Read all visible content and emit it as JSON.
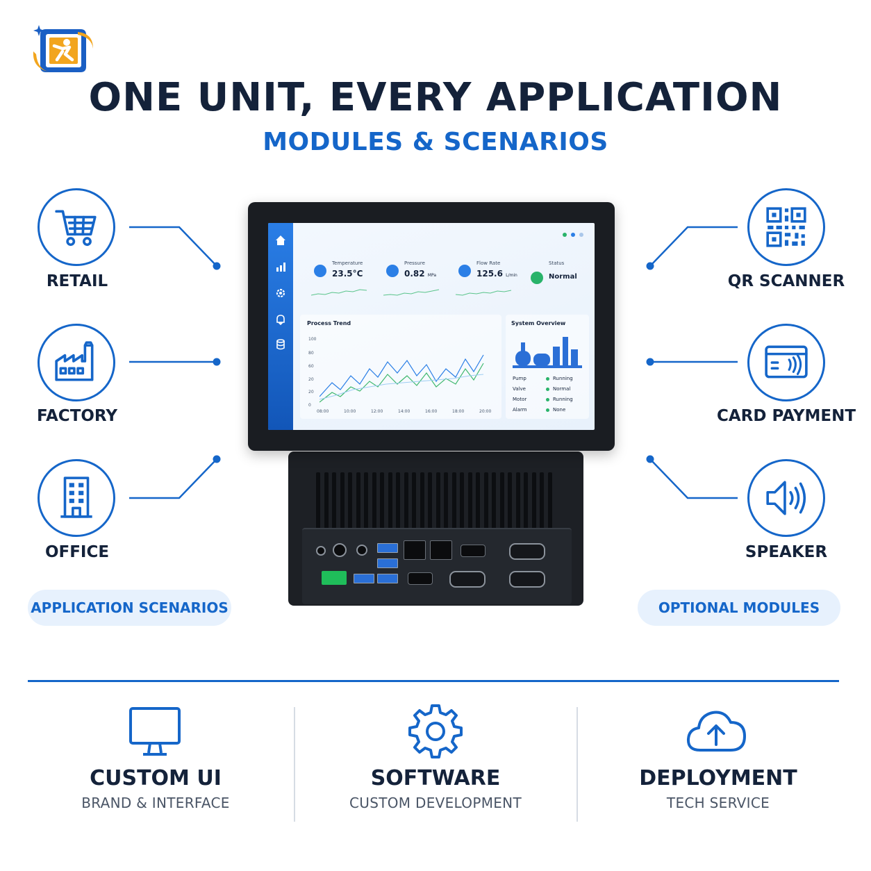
{
  "header": {
    "title": "ONE UNIT, EVERY APPLICATION",
    "subtitle": "MODULES & SCENARIOS"
  },
  "colors": {
    "accent": "#1566c9",
    "text": "#14223a",
    "pill_bg": "#e7f1fd"
  },
  "left_items": [
    {
      "label": "RETAIL",
      "icon": "shopping-cart-icon"
    },
    {
      "label": "FACTORY",
      "icon": "factory-icon"
    },
    {
      "label": "OFFICE",
      "icon": "office-building-icon"
    }
  ],
  "right_items": [
    {
      "label": "QR SCANNER",
      "icon": "qr-code-icon"
    },
    {
      "label": "CARD PAYMENT",
      "icon": "card-payment-icon"
    },
    {
      "label": "SPEAKER",
      "icon": "speaker-icon"
    }
  ],
  "pills": {
    "left": "APPLICATION SCENARIOS",
    "right": "OPTIONAL MODULES"
  },
  "screen": {
    "kpis": [
      {
        "label": "Temperature",
        "value": "23.5°C",
        "unit": ""
      },
      {
        "label": "Pressure",
        "value": "0.82",
        "unit": "MPa"
      },
      {
        "label": "Flow Rate",
        "value": "125.6",
        "unit": "L/min"
      },
      {
        "label": "Status",
        "value": "Normal",
        "unit": ""
      }
    ],
    "trend": {
      "title": "Process Trend",
      "y_ticks": [
        "100",
        "80",
        "60",
        "20",
        "20",
        "0"
      ],
      "x_ticks": [
        "08:00",
        "10:00",
        "12:00",
        "14:00",
        "16:00",
        "18:00",
        "20:00"
      ]
    },
    "system": {
      "title": "System Overview",
      "rows": [
        {
          "name": "Pump",
          "state": "Running"
        },
        {
          "name": "Valve",
          "state": "Normal"
        },
        {
          "name": "Motor",
          "state": "Running"
        },
        {
          "name": "Alarm",
          "state": "None"
        }
      ]
    }
  },
  "features": [
    {
      "title": "CUSTOM UI",
      "subtitle": "BRAND & INTERFACE",
      "icon": "monitor-icon"
    },
    {
      "title": "SOFTWARE",
      "subtitle": "CUSTOM DEVELOPMENT",
      "icon": "gear-icon"
    },
    {
      "title": "DEPLOYMENT",
      "subtitle": "TECH SERVICE",
      "icon": "cloud-upload-icon"
    }
  ]
}
